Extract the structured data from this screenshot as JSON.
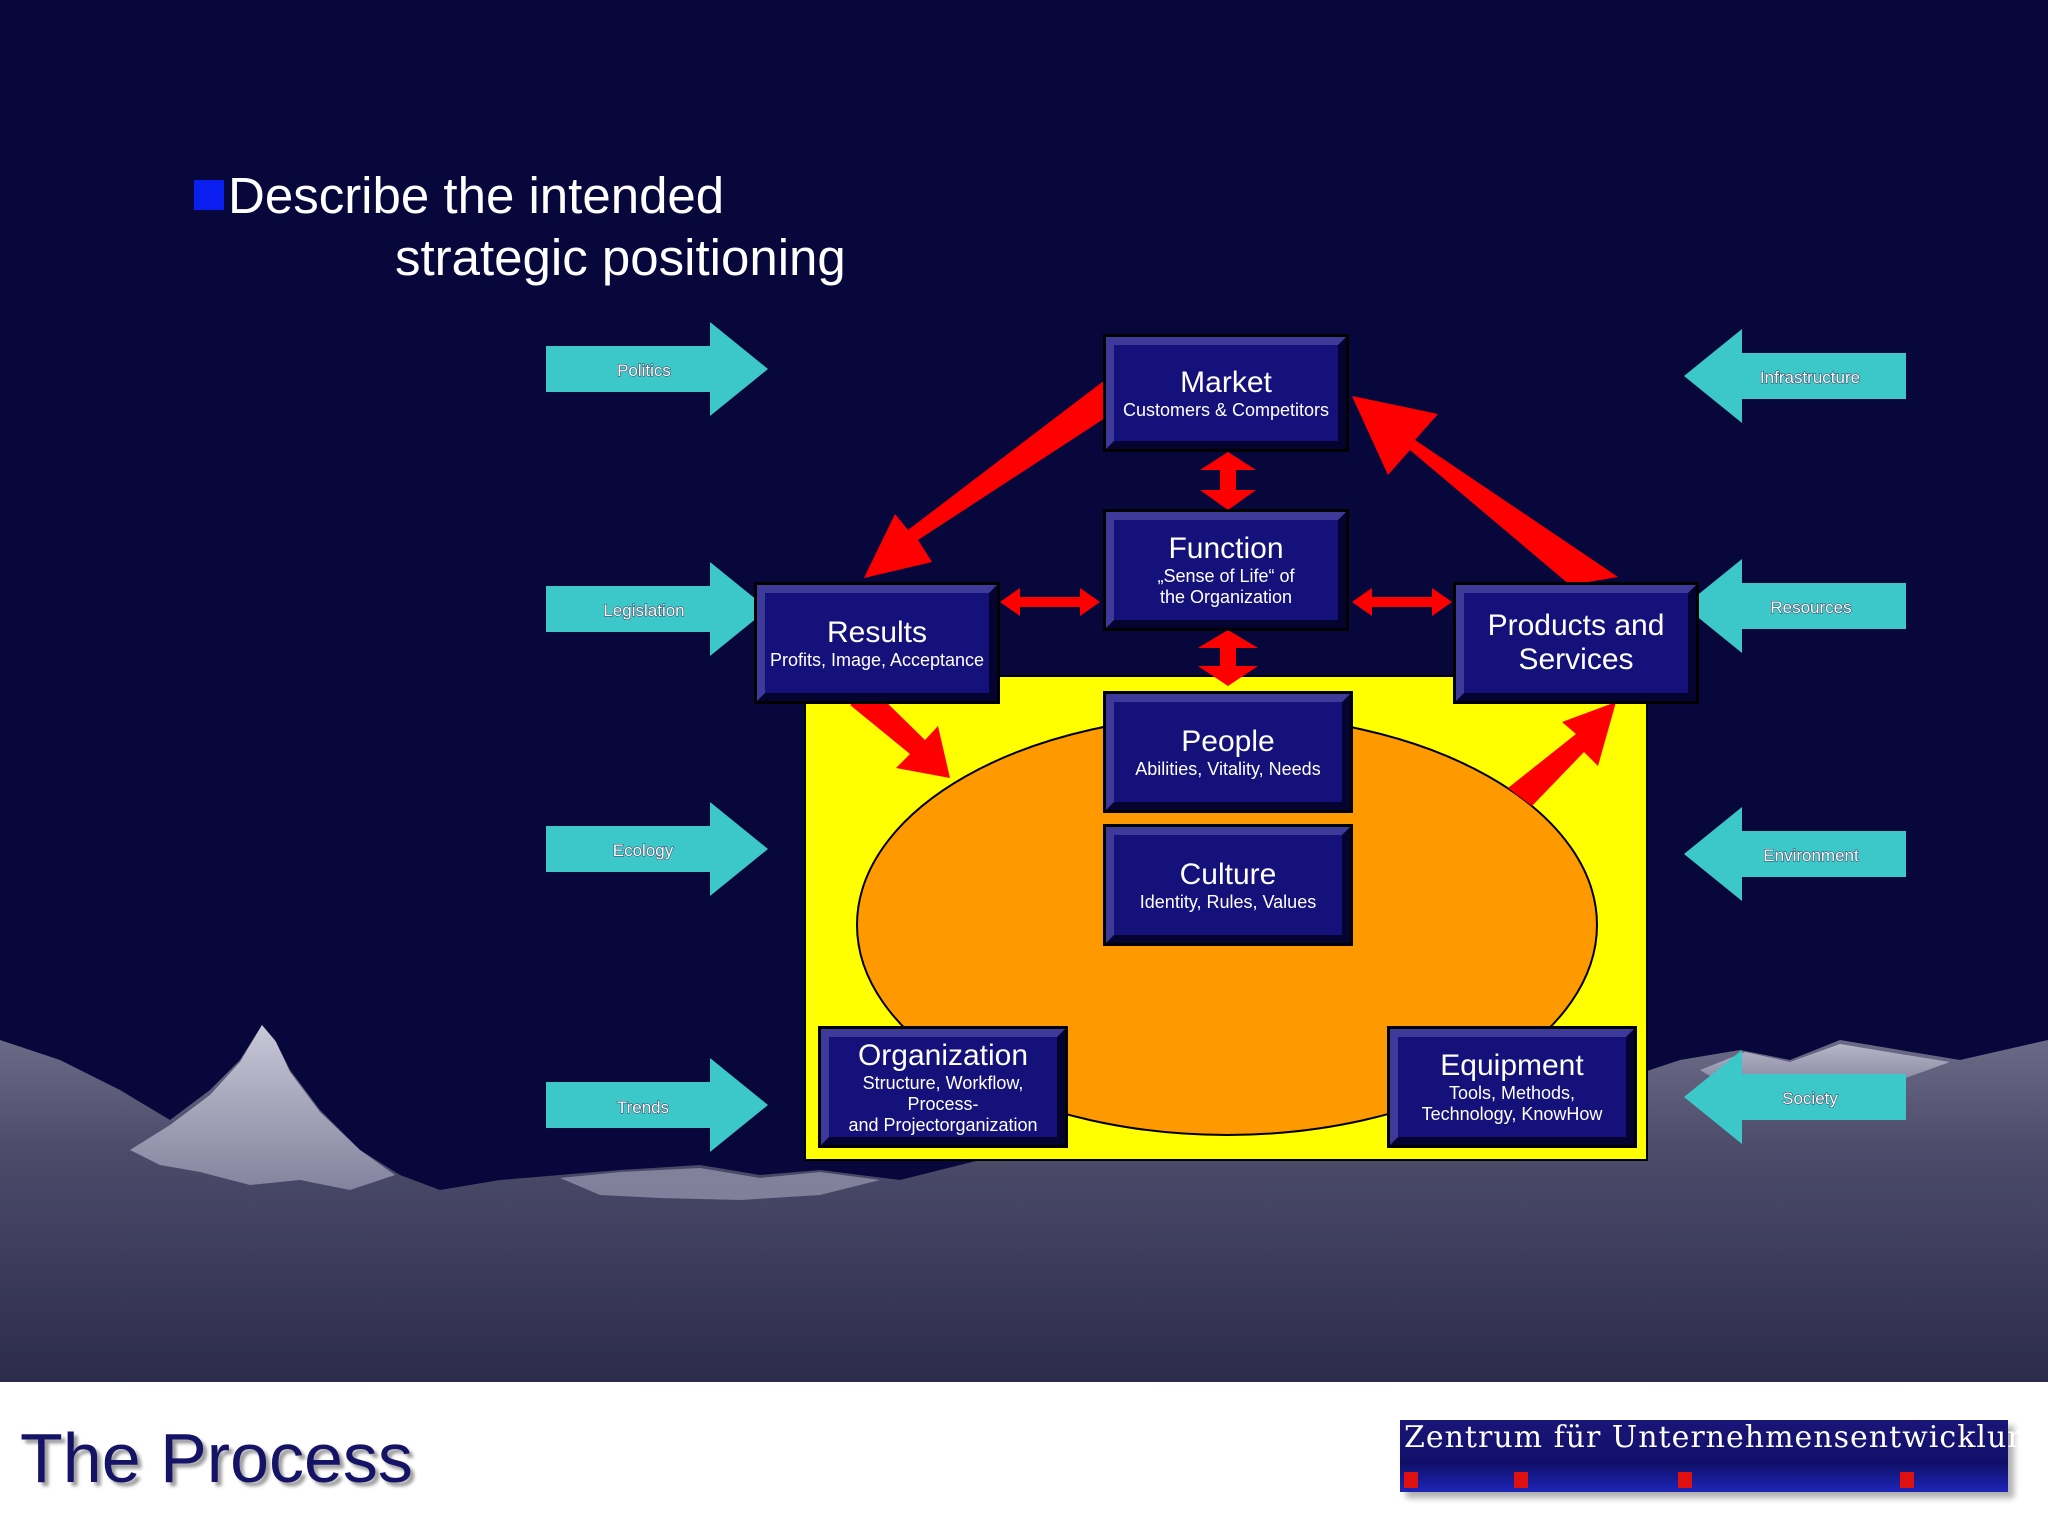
{
  "slide": {
    "bullet_line_1": "Describe the intended",
    "bullet_line_2": "strategic positioning"
  },
  "colors": {
    "background": "#08073b",
    "box_fill": "#14117a",
    "arrow_red": "#ff0000",
    "influence_arrow": "#3cc8c8",
    "house_yellow": "#ffff00",
    "core_orange": "#ff9900",
    "bullet": "#0b1ef0"
  },
  "influences_left": [
    "Politics",
    "Legislation",
    "Ecology",
    "Trends"
  ],
  "influences_right": [
    "Infrastructure",
    "Resources",
    "Environment",
    "Society"
  ],
  "boxes": {
    "market": {
      "title": "Market",
      "sub": "Customers & Competitors"
    },
    "function": {
      "title": "Function",
      "sub1": "„Sense of Life“ of",
      "sub2": "the Organization"
    },
    "results": {
      "title": "Results",
      "sub": "Profits, Image, Acceptance"
    },
    "products": {
      "title1": "Products and",
      "title2": "Services"
    },
    "people": {
      "title": "People",
      "sub": "Abilities, Vitality, Needs"
    },
    "culture": {
      "title": "Culture",
      "sub": "Identity, Rules, Values"
    },
    "organization": {
      "title": "Organization",
      "sub1": "Structure, Workflow, Process-",
      "sub2": "and Projectorganization"
    },
    "equipment": {
      "title": "Equipment",
      "sub1": "Tools, Methods,",
      "sub2": "Technology, KnowHow"
    }
  },
  "footer": {
    "title": "The Process",
    "logo_text": "Zentrum für Unternehmensentwicklung"
  }
}
